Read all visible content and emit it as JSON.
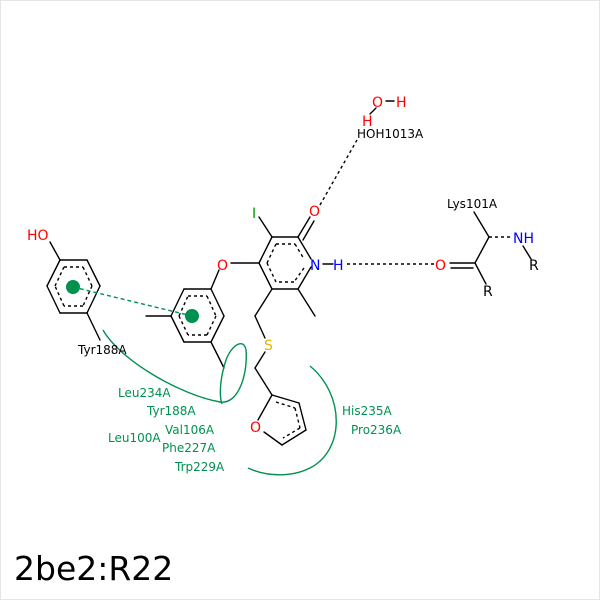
{
  "title": "2be2:R22",
  "colors": {
    "oxygen": "#ff0000",
    "nitrogen": "#0000ff",
    "sulfur": "#e6b400",
    "iodine": "#009900",
    "contact": "#009050",
    "bond": "#000000"
  },
  "atoms": {
    "iodine": "I",
    "carbonyl_o": "O",
    "ring_n": "N",
    "n_h": "H",
    "ether_o": "O",
    "thio_s": "S",
    "furan_o": "O",
    "phenol_ho": "HO",
    "water_o": "O",
    "water_h1": "H",
    "water_h2": "H",
    "lys_o": "O",
    "lys_nh": "NH",
    "lys_r1": "R",
    "lys_r2": "R"
  },
  "residues": {
    "hoh": "HOH1013A",
    "lys": "Lys101A",
    "tyr_stack": "Tyr188A",
    "contacts_left": [
      "Leu234A",
      "Tyr188A",
      "Val106A",
      "Leu100A",
      "Phe227A",
      "Trp229A"
    ],
    "contacts_right": [
      "His235A",
      "Pro236A"
    ]
  }
}
